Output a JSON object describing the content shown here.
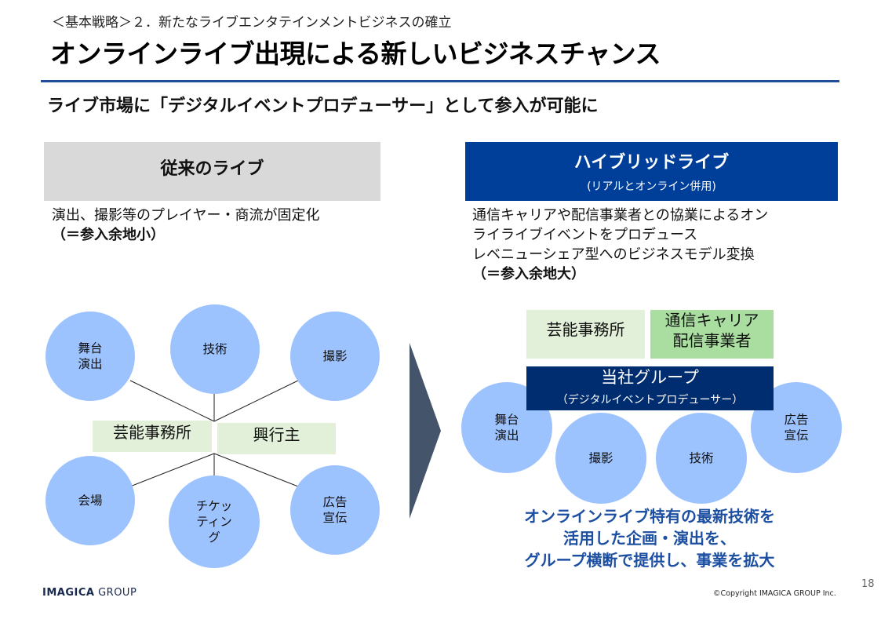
{
  "breadcrumb": "＜基本戦略＞２．新たなライブエンタテインメントビジネスの確立",
  "title": "オンラインライブ出現による新しいビジネスチャンス",
  "subtitle": "ライブ市場に「デジタルイベントプロデューサー」として参入が可能に",
  "left": {
    "header": "従来のライブ",
    "desc_line1": "演出、撮影等のプレイヤー・商流が固定化",
    "desc_emphasis": "（＝参入余地小）",
    "circles": {
      "stage": [
        "舞台",
        "演出"
      ],
      "tech": "技術",
      "photo": "撮影",
      "venue": "会場",
      "ticket": [
        "チケッ",
        "ティン",
        "グ"
      ],
      "ad": [
        "広告",
        "宣伝"
      ]
    },
    "agency": "芸能事務所",
    "promoter": "興行主"
  },
  "right": {
    "header": "ハイブリッドライブ",
    "header_sub": "(リアルとオンライン併用)",
    "desc_line1": "通信キャリアや配信事業者との協業によるオン",
    "desc_line2": "ライライブイベントをプロデュース",
    "desc_line3": "レベニューシェア型へのビジネスモデル変換",
    "desc_emphasis": "（＝参入余地大）",
    "agency": "芸能事務所",
    "carrier": [
      "通信キャリア",
      "配信事業者"
    ],
    "group": "当社グループ",
    "group_sub": "（デジタルイベントプロデューサー）",
    "circles": {
      "stage": [
        "舞台",
        "演出"
      ],
      "photo": "撮影",
      "tech": "技術",
      "ad": [
        "広告",
        "宣伝"
      ]
    },
    "conclusion": [
      "オンラインライブ特有の最新技術を",
      "活用した企画・演出を、",
      "グループ横断で提供し、事業を拡大"
    ]
  },
  "footer": {
    "logo_a": "IMAGICA",
    "logo_b": "GROUP",
    "copyright": "©Copyright IMAGICA GROUP Inc.",
    "page": "18"
  },
  "colors": {
    "accent": "#1f4e99",
    "header_right": "#003f99",
    "circle": "#9dc3ff",
    "light_green": "#e2f0d9",
    "green": "#a9dea0",
    "group": "#002d6f",
    "arrow": "#44546a"
  },
  "icons": {
    "arrow": "chevron-right-arrow-icon"
  }
}
